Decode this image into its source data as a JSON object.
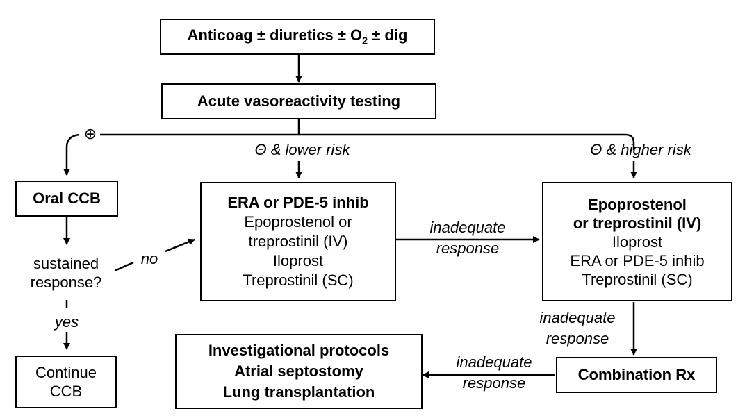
{
  "top_box": {
    "pre": "Anticoag ± diuretics ± O",
    "sub": "2",
    "post": " ± dig"
  },
  "testing_box": {
    "label": "Acute vasoreactivity testing"
  },
  "positive_symbol": "⊕",
  "branch_lower_risk": "Θ & lower risk",
  "branch_higher_risk": "Θ & higher risk",
  "oral_ccb_box": {
    "label": "Oral CCB"
  },
  "sustained_question": [
    "sustained",
    "response?"
  ],
  "no_label": "no",
  "yes_label": "yes",
  "continue_box": {
    "lines": [
      "Continue",
      "CCB"
    ]
  },
  "lower_risk_box": {
    "title": "ERA or PDE-5 inhib",
    "lines": [
      "Epoprostenol or",
      "treprostinil (IV)",
      "Iloprost",
      "Treprostinil (SC)"
    ]
  },
  "higher_risk_box": {
    "title_lines": [
      "Epoprostenol",
      "or treprostinil (IV)"
    ],
    "lines": [
      "Iloprost",
      "ERA or PDE-5 inhib",
      "Treprostinil (SC)"
    ]
  },
  "inadequate_response_middle": [
    "inadequate",
    "response"
  ],
  "inadequate_response_right": [
    "inadequate",
    "response"
  ],
  "inadequate_response_bottom": [
    "inadequate",
    "response"
  ],
  "combination_box": {
    "label": "Combination Rx"
  },
  "final_box": {
    "lines": [
      "Investigational protocols",
      "Atrial septostomy",
      "Lung transplantation"
    ]
  }
}
